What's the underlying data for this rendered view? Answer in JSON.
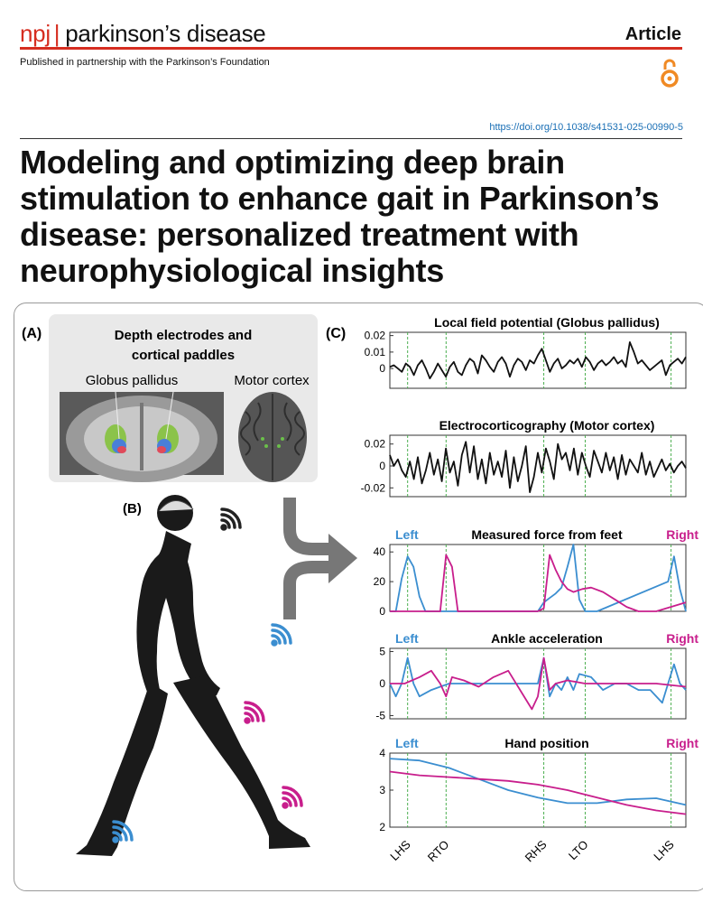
{
  "header": {
    "journal_prefix": "npj",
    "journal_sep": "|",
    "journal_name": "parkinson’s disease",
    "article_type": "Article",
    "partnership": "Published in partnership with the Parkinson’s Foundation",
    "doi": "https://doi.org/10.1038/s41531-025-00990-5"
  },
  "title_lines": [
    "Modeling and optimizing deep brain",
    "stimulation to enhance gait in Parkinson’s",
    "disease: personalized treatment with",
    "neurophysiological insights"
  ],
  "icons": {
    "open_access": "open-access-lock-icon",
    "wireless": "wireless-signal-icon",
    "arrow": "merge-arrow-icon"
  },
  "colors": {
    "brand_red": "#d62d20",
    "left_blue": "#3b8ed0",
    "right_magenta": "#c81e8c",
    "event_green": "#4caf50",
    "doi_blue": "#1a6fb5"
  },
  "figure": {
    "panel_a": {
      "label": "(A)",
      "title_line1": "Depth electrodes and",
      "title_line2": "cortical paddles",
      "left_label": "Globus pallidus",
      "right_label": "Motor cortex"
    },
    "panel_b": {
      "label": "(B)"
    },
    "panel_c": {
      "label": "(C)",
      "left_label": "Left",
      "right_label": "Right"
    }
  },
  "chart_data": [
    {
      "type": "line",
      "title": "Local field potential (Globus pallidus)",
      "y_ticks": [
        "0.02",
        "0.01",
        "0"
      ],
      "ylim": [
        -0.012,
        0.022
      ],
      "series": [
        {
          "values": [
            0.001,
            0.002,
            0.0,
            -0.002,
            0.003,
            0.001,
            -0.004,
            0.002,
            0.005,
            0.0,
            -0.006,
            -0.002,
            0.003,
            -0.001,
            -0.005,
            0.001,
            0.004,
            -0.002,
            -0.004,
            0.002,
            0.006,
            0.004,
            -0.003,
            0.008,
            0.005,
            0.001,
            -0.002,
            0.004,
            0.007,
            0.003,
            -0.005,
            0.002,
            0.006,
            0.004,
            -0.001,
            0.005,
            0.003,
            0.008,
            0.012,
            0.005,
            -0.002,
            0.003,
            0.006,
            0.0,
            0.002,
            0.005,
            0.003,
            0.006,
            0.001,
            0.007,
            0.004,
            -0.001,
            0.003,
            0.005,
            0.002,
            0.004,
            0.007,
            0.003,
            0.005,
            0.001,
            0.016,
            0.01,
            0.003,
            0.005,
            0.002,
            -0.001,
            0.001,
            0.003,
            0.005,
            -0.004,
            0.002,
            0.004,
            0.006,
            0.003,
            0.007
          ]
        }
      ],
      "event_lines": [
        0.06,
        0.19,
        0.52,
        0.66,
        0.95
      ]
    },
    {
      "type": "line",
      "title": "Electrocorticography (Motor cortex)",
      "y_ticks": [
        "0.02",
        "0",
        "-0.02"
      ],
      "ylim": [
        -0.028,
        0.028
      ],
      "series": [
        {
          "values": [
            0.01,
            0.0,
            0.006,
            -0.004,
            -0.01,
            0.004,
            -0.012,
            0.008,
            -0.016,
            -0.004,
            0.012,
            -0.008,
            0.006,
            -0.014,
            0.016,
            -0.006,
            0.004,
            -0.018,
            0.01,
            0.022,
            -0.006,
            0.018,
            -0.012,
            0.006,
            -0.016,
            0.012,
            -0.008,
            0.004,
            -0.01,
            0.014,
            -0.02,
            0.008,
            -0.014,
            0.0,
            0.018,
            -0.024,
            -0.01,
            0.012,
            -0.006,
            0.016,
            0.004,
            -0.012,
            0.02,
            0.006,
            0.012,
            -0.004,
            0.016,
            -0.008,
            0.012,
            0.0,
            -0.01,
            0.014,
            0.004,
            -0.006,
            0.012,
            -0.004,
            0.008,
            -0.012,
            0.01,
            -0.008,
            0.006,
            0.0,
            -0.006,
            0.012,
            -0.008,
            0.004,
            -0.01,
            -0.002,
            0.006,
            -0.004,
            0.002,
            -0.006,
            0.0,
            0.004,
            -0.002
          ]
        }
      ],
      "event_lines": [
        0.06,
        0.19,
        0.52,
        0.66,
        0.95
      ]
    },
    {
      "type": "line",
      "title": "Measured force from feet",
      "y_ticks": [
        "40",
        "20",
        "0"
      ],
      "ylim": [
        0,
        45
      ],
      "series": [
        {
          "name": "Left",
          "x": [
            0.0,
            0.02,
            0.04,
            0.06,
            0.08,
            0.1,
            0.12,
            0.14,
            0.5,
            0.52,
            0.54,
            0.56,
            0.58,
            0.6,
            0.62,
            0.64,
            0.66,
            0.68,
            0.7,
            0.94,
            0.96,
            0.98,
            1.0
          ],
          "values": [
            0,
            0,
            22,
            37,
            30,
            10,
            0,
            0,
            0,
            6,
            9,
            12,
            16,
            30,
            45,
            8,
            0,
            0,
            0,
            20,
            37,
            15,
            0
          ]
        },
        {
          "name": "Right",
          "x": [
            0.0,
            0.14,
            0.17,
            0.19,
            0.21,
            0.23,
            0.5,
            0.52,
            0.54,
            0.56,
            0.58,
            0.6,
            0.62,
            0.65,
            0.68,
            0.72,
            0.76,
            0.8,
            0.84,
            0.9,
            1.0
          ],
          "values": [
            0,
            0,
            0,
            38,
            30,
            0,
            0,
            2,
            38,
            28,
            20,
            15,
            13,
            15,
            16,
            13,
            8,
            3,
            0,
            0,
            6
          ]
        }
      ],
      "event_lines": [
        0.06,
        0.19,
        0.52,
        0.66,
        0.95
      ]
    },
    {
      "type": "line",
      "title": "Ankle acceleration",
      "y_ticks": [
        "5",
        "0",
        "-5"
      ],
      "ylim": [
        -5.5,
        5.5
      ],
      "series": [
        {
          "name": "Left",
          "x": [
            0.0,
            0.02,
            0.04,
            0.06,
            0.08,
            0.1,
            0.14,
            0.2,
            0.3,
            0.4,
            0.5,
            0.52,
            0.54,
            0.56,
            0.58,
            0.6,
            0.62,
            0.64,
            0.68,
            0.72,
            0.76,
            0.8,
            0.84,
            0.88,
            0.92,
            0.94,
            0.96,
            0.98,
            1.0
          ],
          "values": [
            0,
            -2,
            0,
            4,
            0,
            -2,
            -1,
            0,
            0,
            0,
            0,
            4,
            -2,
            0,
            -1,
            1,
            -1,
            1.5,
            1,
            -1,
            0,
            0,
            -1,
            -1,
            -3,
            0,
            3,
            0,
            -1
          ]
        },
        {
          "name": "Right",
          "x": [
            0.0,
            0.05,
            0.1,
            0.14,
            0.17,
            0.19,
            0.21,
            0.25,
            0.3,
            0.35,
            0.4,
            0.44,
            0.48,
            0.5,
            0.52,
            0.54,
            0.56,
            0.6,
            0.66,
            0.7,
            0.8,
            0.9,
            1.0
          ],
          "values": [
            0,
            0,
            1,
            2,
            0,
            -2,
            1,
            0.5,
            -0.5,
            1,
            2,
            -1,
            -4,
            -2,
            4,
            -1,
            0,
            0.5,
            0,
            0,
            0,
            0,
            -0.5
          ]
        }
      ],
      "event_lines": [
        0.06,
        0.19,
        0.52,
        0.66,
        0.95
      ]
    },
    {
      "type": "line",
      "title": "Hand position",
      "y_ticks": [
        "4",
        "3",
        "2"
      ],
      "ylim": [
        2,
        4
      ],
      "series": [
        {
          "name": "Left",
          "x": [
            0.0,
            0.1,
            0.2,
            0.3,
            0.4,
            0.5,
            0.6,
            0.7,
            0.8,
            0.9,
            1.0
          ],
          "values": [
            3.85,
            3.8,
            3.6,
            3.3,
            3.0,
            2.8,
            2.65,
            2.65,
            2.75,
            2.78,
            2.6
          ]
        },
        {
          "name": "Right",
          "x": [
            0.0,
            0.1,
            0.2,
            0.3,
            0.4,
            0.5,
            0.6,
            0.7,
            0.8,
            0.9,
            1.0
          ],
          "values": [
            3.5,
            3.4,
            3.35,
            3.3,
            3.25,
            3.15,
            3.0,
            2.8,
            2.6,
            2.45,
            2.35
          ]
        }
      ],
      "event_lines": [
        0.06,
        0.19,
        0.52,
        0.66,
        0.95
      ]
    }
  ],
  "x_events": [
    "LHS",
    "RTO",
    "RHS",
    "LTO",
    "LHS"
  ]
}
